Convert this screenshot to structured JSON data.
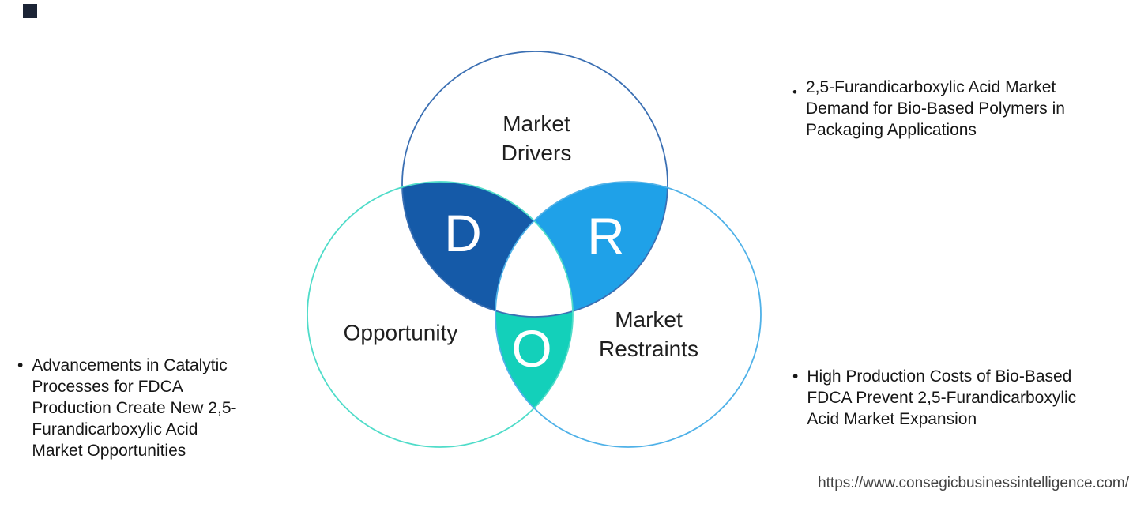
{
  "page": {
    "background": "#ffffff",
    "source_url": "https://www.consegicbusinessintelligence.com/"
  },
  "decor": {
    "corner_square_color": "#1b2435"
  },
  "venn": {
    "center_fill": "#ffffff",
    "circles": [
      {
        "name": "Market Drivers",
        "label_lines": [
          "Market",
          "Drivers"
        ],
        "stroke": "#3a6fb3"
      },
      {
        "name": "Opportunity",
        "label_lines": [
          "Opportunity"
        ],
        "stroke": "#4fdcc9"
      },
      {
        "name": "Market Restraints",
        "label_lines": [
          "Market",
          "Restraints"
        ],
        "stroke": "#4fb1e8"
      }
    ],
    "intersections": [
      {
        "letter": "D",
        "fill": "#155aa8"
      },
      {
        "letter": "R",
        "fill": "#1fa1e8"
      },
      {
        "letter": "O",
        "fill": "#13d0ba"
      }
    ]
  },
  "bullets": {
    "marker": "•",
    "left": {
      "lines": [
        "Advancements in Catalytic",
        "Processes for FDCA",
        "Production Create New 2,5-",
        "Furandicarboxylic Acid",
        "Market Opportunities"
      ]
    },
    "right_top": {
      "lines": [
        "2,5-Furandicarboxylic Acid Market",
        "Demand for Bio-Based Polymers in",
        "Packaging Applications"
      ]
    },
    "right_bottom": {
      "lines": [
        "High Production Costs of Bio-Based",
        "FDCA Prevent 2,5-Furandicarboxylic",
        "Acid Market Expansion"
      ]
    }
  }
}
